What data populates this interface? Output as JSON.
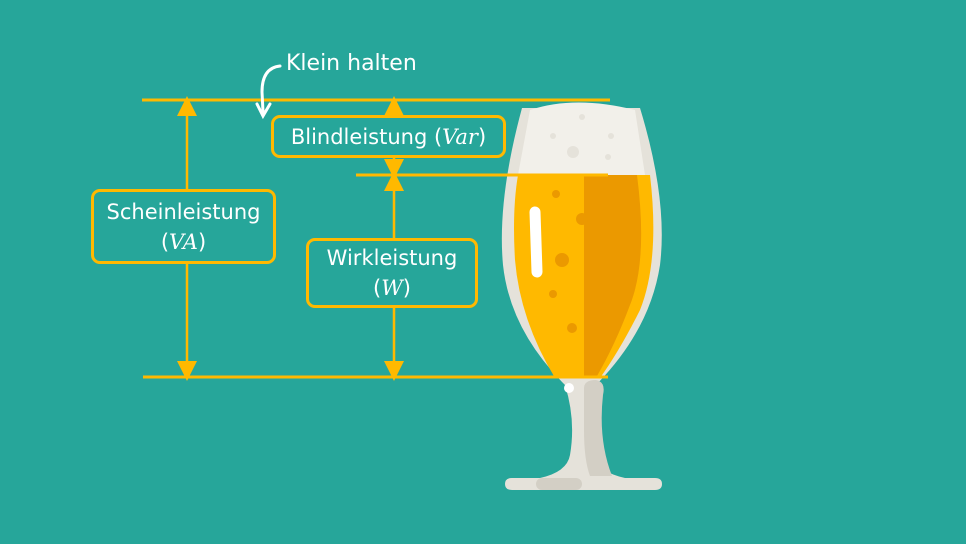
{
  "annotation": "Klein halten",
  "boxes": {
    "apparent": {
      "label": "Scheinleistung",
      "unit": "VA"
    },
    "reactive": {
      "label": "Blindleistung",
      "unit": "Var"
    },
    "active": {
      "label": "Wirkleistung",
      "unit": "W"
    }
  },
  "colors": {
    "background": "#26A69A",
    "accent": "#FFB900",
    "beer_dark": "#EB9900",
    "foam": "#F2F0EA",
    "glass": "#E5E2DA"
  }
}
